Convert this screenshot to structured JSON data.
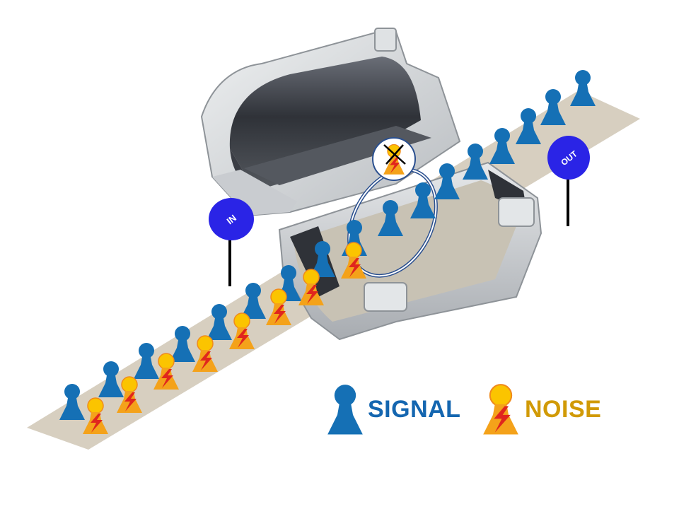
{
  "signs": {
    "in_label": "IN",
    "out_label": "OUT"
  },
  "legend": {
    "signal_label": "SIGNAL",
    "noise_label": "NOISE"
  },
  "colors": {
    "signal": "#1570b5",
    "noise_body": "#f4a21a",
    "noise_head": "#fbc400",
    "noise_bolt": "#e0261d",
    "signal_text": "#1466b0",
    "noise_text": "#d19a06",
    "sign": "#2a24e6",
    "band": "#d7cfc0",
    "ring": "#2a4f8f"
  },
  "icons": {
    "signal": "person-icon",
    "noise": "lightning-person-icon",
    "blocked_noise": "crossed-out-noise-icon"
  }
}
